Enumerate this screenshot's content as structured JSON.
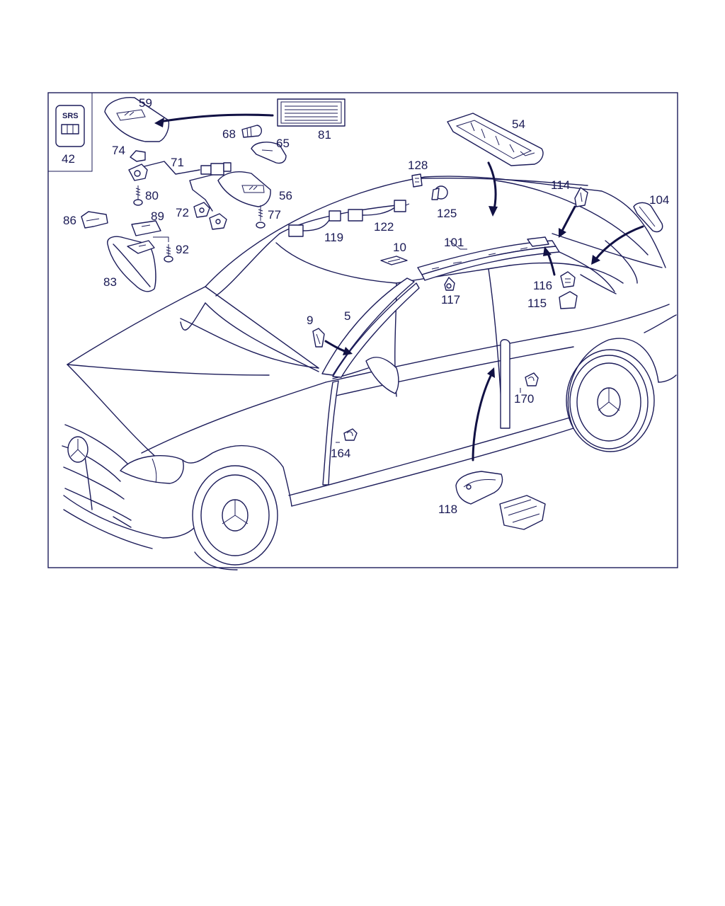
{
  "frame": {
    "inset_label": "SRS",
    "inset_number": "42"
  },
  "labels": {
    "p59": "59",
    "p81": "81",
    "p68": "68",
    "p65": "65",
    "p74": "74",
    "p71": "71",
    "p80": "80",
    "p56": "56",
    "p72": "72",
    "p77": "77",
    "p86": "86",
    "p89": "89",
    "p92": "92",
    "p83": "83",
    "p54": "54",
    "p128": "128",
    "p114": "114",
    "p104": "104",
    "p125": "125",
    "p119": "119",
    "p122": "122",
    "p101": "101",
    "p10": "10",
    "p116": "116",
    "p117": "117",
    "p115": "115",
    "p9": "9",
    "p5": "5",
    "p170": "170",
    "p164": "164",
    "p118": "118"
  },
  "colors": {
    "ink": "#1c1c5a",
    "background": "#ffffff"
  }
}
